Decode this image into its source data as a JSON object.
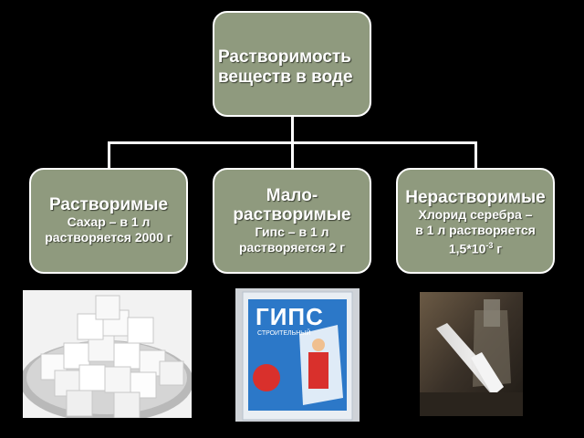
{
  "root": {
    "line1": "Растворимость",
    "line2": "веществ в воде"
  },
  "categories": [
    {
      "title": "Растворимые",
      "desc1": "Сахар – в 1 л",
      "desc2": "растворяется 2000 г"
    },
    {
      "title1": "Мало-",
      "title2": "растворимые",
      "desc1": "Гипс – в 1 л",
      "desc2": "растворяется 2 г"
    },
    {
      "title": "Нерастворимые",
      "desc1": "Хлорид серебра –",
      "desc2": "в 1 л растворяется",
      "desc3_base": "1,5*10",
      "desc3_sup": "-3",
      "desc3_unit": " г"
    }
  ],
  "package": {
    "brand": "ГИПС",
    "subtitle": "СТРОИТЕЛЬНЫЙ"
  },
  "colors": {
    "box_fill": "#8f9a7e",
    "background": "#000000",
    "connector": "#ffffff"
  }
}
